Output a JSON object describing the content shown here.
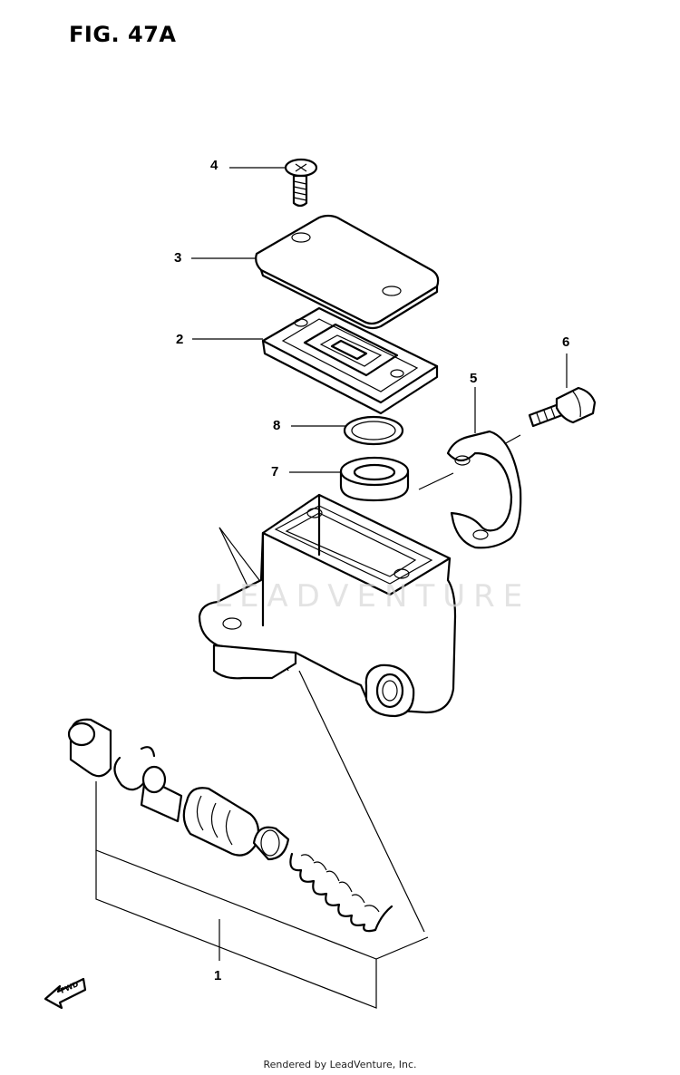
{
  "figure": {
    "title": "FIG. 47A",
    "watermark": "LEADVENTURE",
    "footer": "Rendered by LeadVenture, Inc.",
    "direction_arrow_label": "FWD"
  },
  "callouts": [
    {
      "id": "1",
      "label": "1"
    },
    {
      "id": "2",
      "label": "2"
    },
    {
      "id": "3",
      "label": "3"
    },
    {
      "id": "4",
      "label": "4"
    },
    {
      "id": "5",
      "label": "5"
    },
    {
      "id": "6",
      "label": "6"
    },
    {
      "id": "7",
      "label": "7"
    },
    {
      "id": "8",
      "label": "8"
    }
  ]
}
